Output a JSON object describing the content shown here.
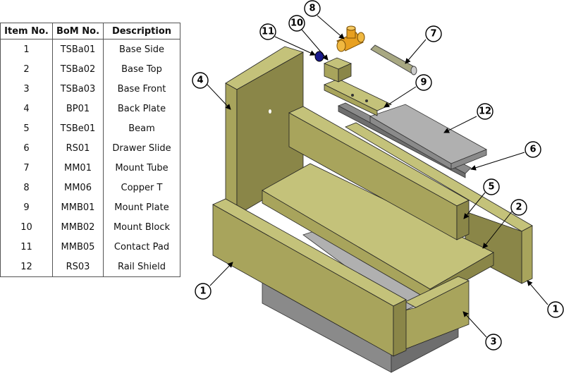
{
  "bom": {
    "headers": [
      "Item No.",
      "BoM No.",
      "Description"
    ],
    "rows": [
      [
        "1",
        "TSBa01",
        "Base Side"
      ],
      [
        "2",
        "TSBa02",
        "Base Top"
      ],
      [
        "3",
        "TSBa03",
        "Base Front"
      ],
      [
        "4",
        "BP01",
        "Back Plate"
      ],
      [
        "5",
        "TSBe01",
        "Beam"
      ],
      [
        "6",
        "RS01",
        "Drawer Slide"
      ],
      [
        "7",
        "MM01",
        "Mount Tube"
      ],
      [
        "8",
        "MM06",
        "Copper T"
      ],
      [
        "9",
        "MMB01",
        "Mount Plate"
      ],
      [
        "10",
        "MMB02",
        "Mount Block"
      ],
      [
        "11",
        "MMB05",
        "Contact Pad"
      ],
      [
        "12",
        "RS03",
        "Rail Shield"
      ]
    ]
  },
  "callouts": {
    "c1a": "1",
    "c1b": "1",
    "c2": "2",
    "c3": "3",
    "c4": "4",
    "c5": "5",
    "c6": "6",
    "c7": "7",
    "c8": "8",
    "c9": "9",
    "c10": "10",
    "c11": "11",
    "c12": "12"
  },
  "colors": {
    "wood": "#c4c27a",
    "metal": "#8a8a8a",
    "copper": "#e8a020",
    "pad": "#1a1a8c"
  }
}
